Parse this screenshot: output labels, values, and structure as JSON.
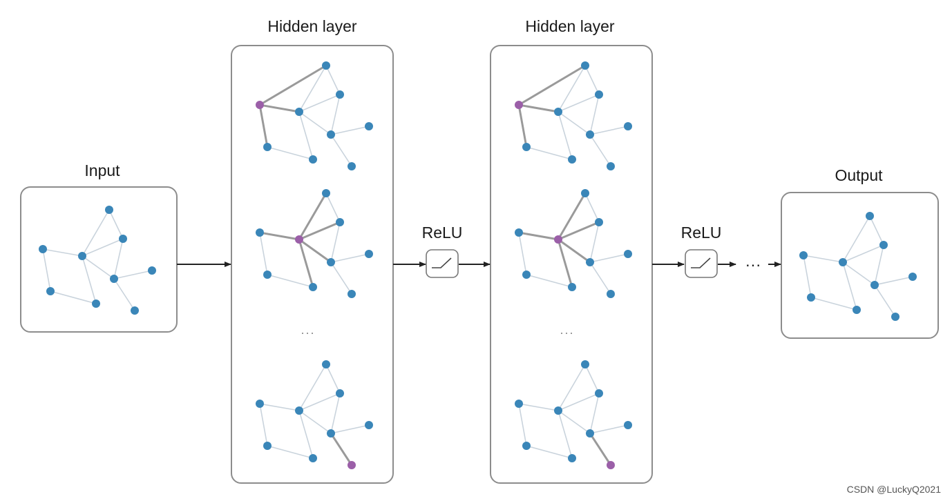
{
  "labels": {
    "input": "Input",
    "hidden_1": "Hidden layer",
    "hidden_2": "Hidden layer",
    "relu_1": "ReLU",
    "relu_2": "ReLU",
    "output": "Output",
    "ellipsis": "...",
    "trailing_dots": "···"
  },
  "watermark": "CSDN @LuckyQ2021",
  "colors": {
    "node": "#3a86b8",
    "node_highlight": "#9b5fa8",
    "edge": "#c9d3dc",
    "edge_highlight": "#9a9a9a",
    "panel_border": "#8c8c8c"
  },
  "graph": {
    "node_count": 9,
    "edges": [
      [
        0,
        1
      ],
      [
        0,
        2
      ],
      [
        1,
        2
      ],
      [
        1,
        3
      ],
      [
        2,
        3
      ],
      [
        2,
        4
      ],
      [
        3,
        5
      ],
      [
        3,
        6
      ],
      [
        2,
        7
      ],
      [
        7,
        8
      ],
      [
        4,
        8
      ]
    ]
  },
  "hidden_graphs": [
    {
      "highlight_node": 4,
      "highlight_edges": [
        [
          4,
          0
        ],
        [
          4,
          8
        ],
        [
          4,
          2
        ]
      ]
    },
    {
      "highlight_node": 2,
      "highlight_edges": [
        [
          2,
          0
        ],
        [
          2,
          1
        ],
        [
          2,
          3
        ],
        [
          2,
          4
        ],
        [
          2,
          7
        ]
      ]
    },
    {
      "highlight_node": 6,
      "highlight_edges": [
        [
          6,
          3
        ]
      ]
    }
  ]
}
